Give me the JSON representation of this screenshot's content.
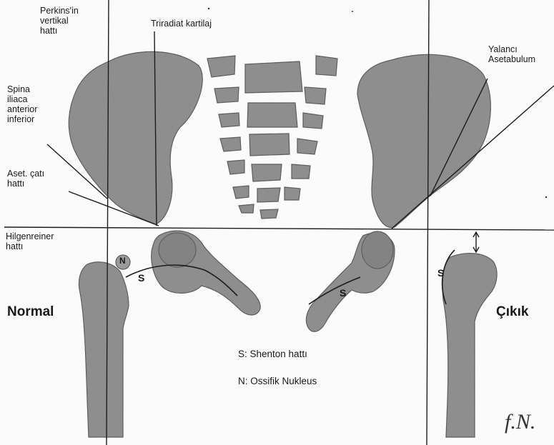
{
  "labels": {
    "perkins": "Perkins'in\nvertikal\nhattı",
    "triradiat": "Triradiat kartilaj",
    "yalanci": "Yalancı\nAsetabulum",
    "spina": "Spina\niliaca\nanterior\ninferior",
    "aset": "Aset. çatı\nhattı",
    "hilgenreiner": "Hilgenreiner\nhattı",
    "normal": "Normal",
    "cikik": "Çıkık",
    "n_mark": "N",
    "s_mark": "S"
  },
  "legend": {
    "s": "S: Shenton hattı",
    "n": "N: Ossifik Nukleus"
  },
  "signature": "f.N.",
  "colors": {
    "bone_fill": "#8a8a8a",
    "bone_stroke": "#4a4a4a",
    "line": "#1c1c1c",
    "background": "#fbfbfb"
  }
}
